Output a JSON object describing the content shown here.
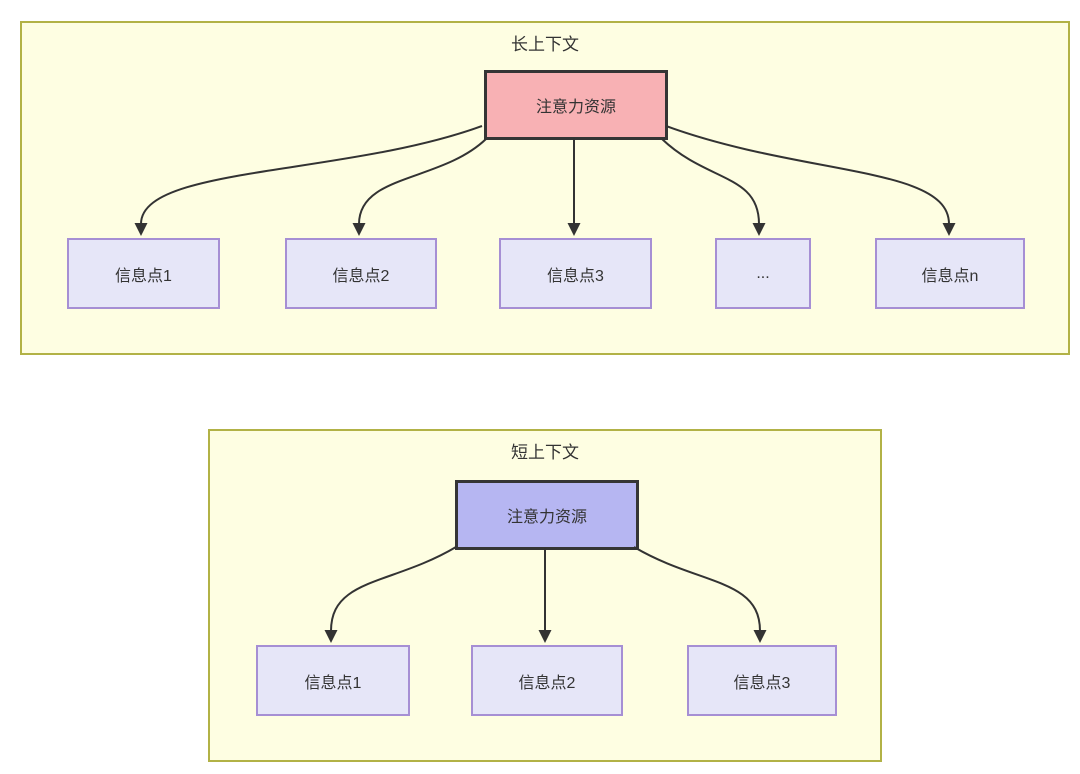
{
  "long_context": {
    "title": "长上下文",
    "root_label": "注意力资源",
    "children": [
      "信息点1",
      "信息点2",
      "信息点3",
      "...",
      "信息点n"
    ],
    "edges": [
      {
        "from": "注意力资源",
        "to": "信息点1"
      },
      {
        "from": "注意力资源",
        "to": "信息点2"
      },
      {
        "from": "注意力资源",
        "to": "信息点3"
      },
      {
        "from": "注意力资源",
        "to": "..."
      },
      {
        "from": "注意力资源",
        "to": "信息点n"
      }
    ]
  },
  "short_context": {
    "title": "短上下文",
    "root_label": "注意力资源",
    "children": [
      "信息点1",
      "信息点2",
      "信息点3"
    ],
    "edges": [
      {
        "from": "注意力资源",
        "to": "信息点1"
      },
      {
        "from": "注意力资源",
        "to": "信息点2"
      },
      {
        "from": "注意力资源",
        "to": "信息点3"
      }
    ]
  },
  "colors": {
    "page_background": "#ffffff",
    "container_fill": "#fefee2",
    "container_border": "#b2b246",
    "long_root_fill": "#f8b1b4",
    "short_root_fill": "#b6b6f2",
    "leaf_fill": "#e6e6f8",
    "leaf_border": "#a68fd4",
    "root_border": "#353535",
    "edge": "#333333",
    "text": "#333333"
  }
}
